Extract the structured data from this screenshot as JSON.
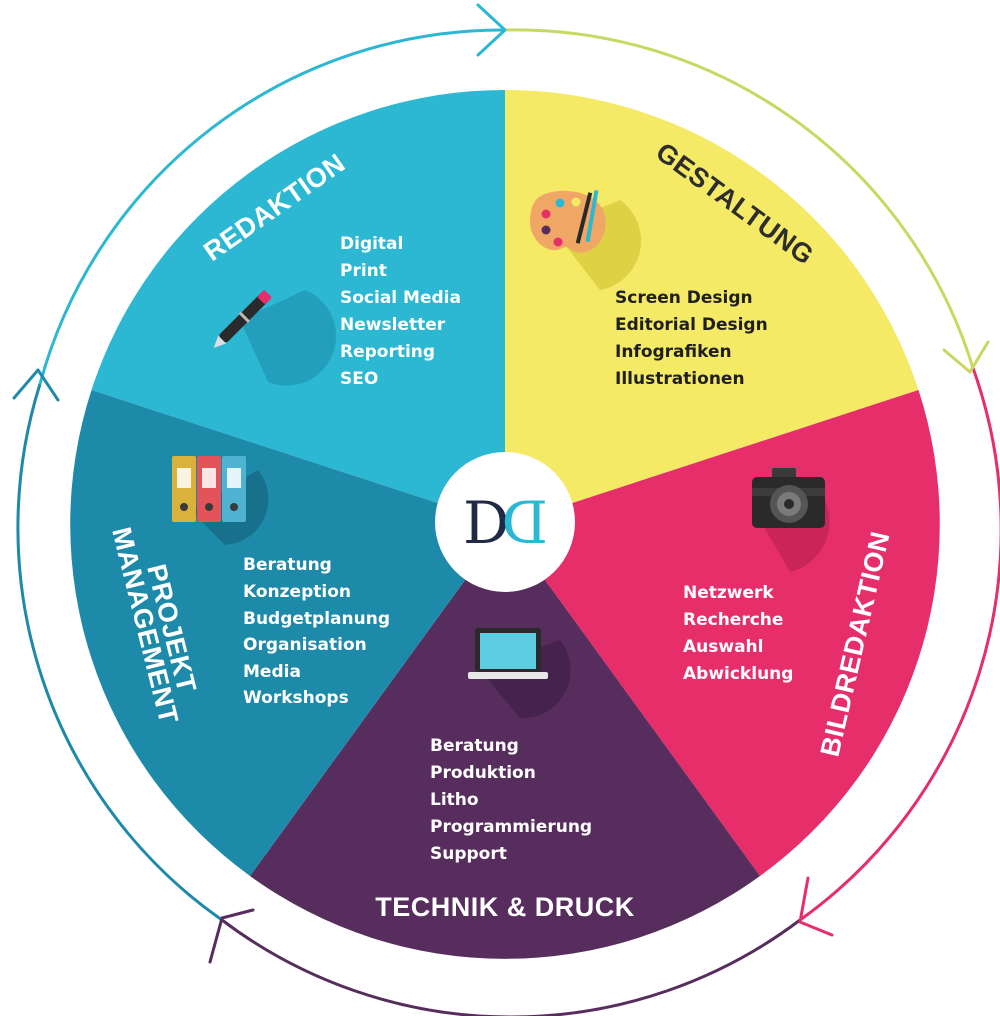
{
  "logo": {
    "letter_left": "D",
    "letter_right": "D",
    "color_left": "#1f2a44",
    "color_right": "#2bb8d3"
  },
  "segments": [
    {
      "id": "redaktion",
      "title": "REDAKTION",
      "color": "#2cb8d3",
      "icon": "pen-icon",
      "items": [
        "Digital",
        "Print",
        "Social Media",
        "Newsletter",
        "Reporting",
        "SEO"
      ]
    },
    {
      "id": "gestaltung",
      "title": "GESTALTUNG",
      "color": "#f4ea66",
      "icon": "palette-icon",
      "items": [
        "Screen Design",
        "Editorial Design",
        "Infografiken",
        "Illustrationen"
      ]
    },
    {
      "id": "bildredaktion",
      "title": "BILDREDAKTION",
      "color": "#e62e6a",
      "icon": "camera-icon",
      "items": [
        "Netzwerk",
        "Recherche",
        "Auswahl",
        "Abwicklung"
      ]
    },
    {
      "id": "technik",
      "title": "TECHNIK & DRUCK",
      "color": "#572d5e",
      "icon": "laptop-icon",
      "items": [
        "Beratung",
        "Produktion",
        "Litho",
        "Programmierung",
        "Support"
      ]
    },
    {
      "id": "projekt",
      "title_line1": "PROJEKT",
      "title_line2": "MANAGEMENT",
      "color": "#1e8aaa",
      "icon": "binders-icon",
      "items": [
        "Beratung",
        "Konzeption",
        "Budgetplanung",
        "Organisation",
        "Media",
        "Workshops"
      ]
    }
  ],
  "ring_colors": [
    "#2cb8d3",
    "#c9d860",
    "#e62e6a",
    "#572d5e",
    "#1e8aaa"
  ]
}
